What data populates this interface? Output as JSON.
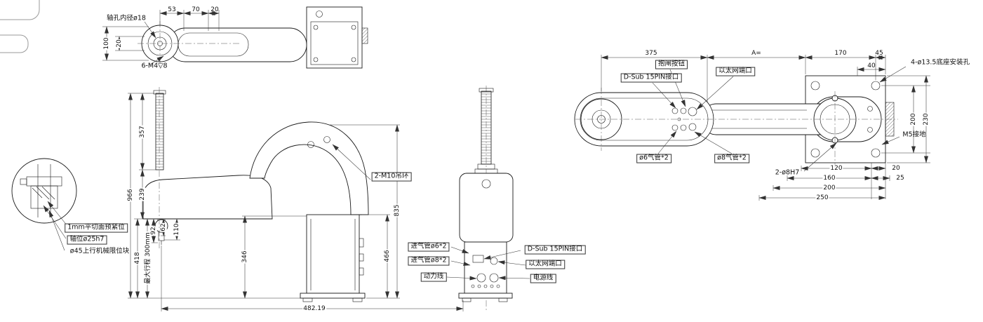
{
  "drawing": {
    "top": {
      "shaft_hole": "轴孔内径ø18",
      "d53": "53",
      "d70": "70",
      "d20a": "20",
      "d100": "100",
      "d20b": "20",
      "m4": "6-M4▽8"
    },
    "detail": {
      "preload": "1mm平切面预紧位",
      "shaft": "轴位ø25h7",
      "limit": "ø45上行机械限位块"
    },
    "side": {
      "d966": "966",
      "d357": "357",
      "d239": "239",
      "d110": "110",
      "d62": "62",
      "d92": "92",
      "d346": "346",
      "d418": "418",
      "stroke_label": "最大行程 300mm",
      "rings": "2-M10吊环",
      "d835": "835",
      "d466": "466",
      "d482": "482.19"
    },
    "front": {
      "air6": "进气管ø6*2",
      "air8": "进气管ø8*2",
      "power_cable": "动力线",
      "dsub": "D-Sub 15PIN接口",
      "ethernet": "以太网端口",
      "power_cord": "电源线"
    },
    "plan": {
      "d375": "375",
      "dA": "A=",
      "d170": "170",
      "d45": "45",
      "d40": "40",
      "mount_holes": "4-ø13.5底座安装孔",
      "brake": "抱闸按钮",
      "dsub": "D-Sub 15PIN接口",
      "ethernet": "以太网端口",
      "air6": "ø6气管*2",
      "air8": "ø8气管*2",
      "pins": "2-ø8H7",
      "ground": "M5接地",
      "d200r": "200",
      "d230": "230",
      "d120": "120",
      "d20": "20",
      "d160": "160",
      "d25": "25",
      "d200b": "200",
      "d250": "250"
    }
  }
}
